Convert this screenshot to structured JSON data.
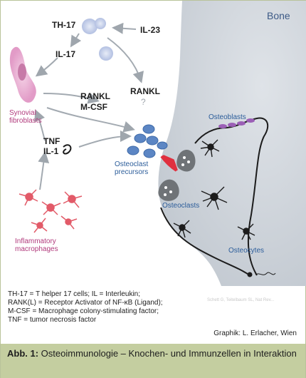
{
  "diagram": {
    "bone_title": "Bone",
    "labels": {
      "th17": "TH-17",
      "il23": "IL-23",
      "il17": "IL-17",
      "rankl_mcsf_line1": "RANKL",
      "rankl_mcsf_line2": "M-CSF",
      "rankl_right": "RANKL",
      "question_mark": "?",
      "tnf": "TNF",
      "il1": "IL-1",
      "synovial_line1": "Synovial",
      "synovial_line2": "fibroblasts",
      "osteoclast_prec_line1": "Osteoclast",
      "osteoclast_prec_line2": "precursors",
      "osteoblasts": "Osteoblasts",
      "osteoclasts": "Osteoclasts",
      "osteocytes": "Osteocytes",
      "inflammatory_line1": "Inflammatory",
      "inflammatory_line2": "macrophages"
    },
    "copyright_text": "Schett G, Teitelbaum SL, Nat Rev..."
  },
  "legend": {
    "line1": "TH-17 = T helper 17 cells; IL = Interleukin;",
    "line2": "RANK(L) = Receptor Activator of NF-κB (Ligand);",
    "line3": "M-CSF = Macrophage colony-stimulating factor;",
    "line4": "TNF = tumor necrosis factor"
  },
  "credit": "Graphik: L. Erlacher, Wien",
  "caption": {
    "prefix": "Abb. 1:",
    "text": " Osteoimmunologie – Knochen- und Immunzellen in Interaktion"
  },
  "colors": {
    "bone_bg": "#c9cfd6",
    "osteoclast_precursor": "#5c86c4",
    "th17_cell": "#b5c2e4",
    "fibroblast": "#e7a9cf",
    "macrophage": "#e25a68",
    "red_arrow": "#e0303f",
    "osteoblast": "#9b5fb6"
  }
}
